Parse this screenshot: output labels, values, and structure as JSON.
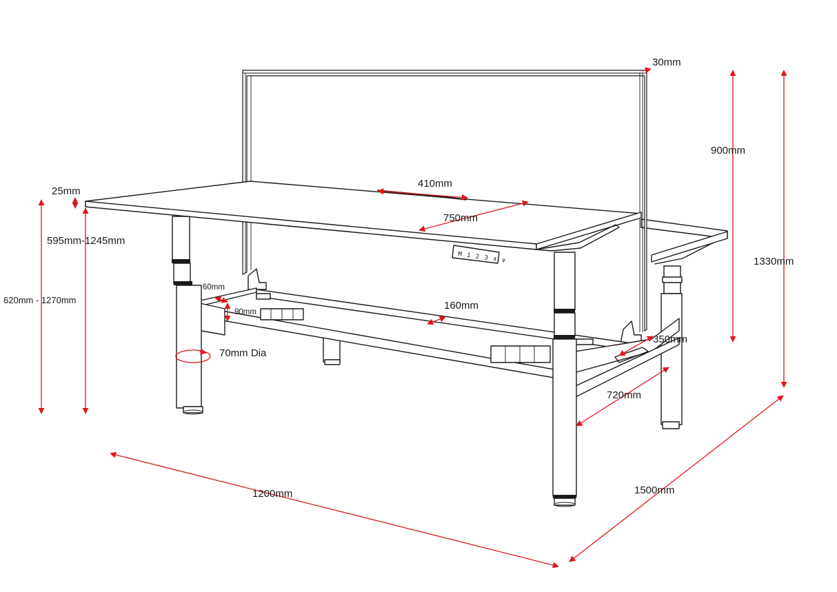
{
  "colors": {
    "dimension": "#e0141b",
    "outline": "#1a1a1a",
    "background": "#ffffff"
  },
  "controller_keys": "M 1 2 3 ∧ ∨",
  "dimensions": {
    "screen_thickness": "30mm",
    "screen_height": "900mm",
    "overall_height": "1330mm",
    "top_thickness": "25mm",
    "height_range_desk": "595mm-1245mm",
    "height_range_overall": "620mm - 1270mm",
    "cable_port_width": "410mm",
    "desk_depth": "750mm",
    "frame_beam_width": "60mm",
    "frame_beam_height": "90mm",
    "cable_tray_width": "160mm",
    "leg_diameter": "70mm Dia",
    "foot_depth": "350mm",
    "frame_depth": "720mm",
    "desk_width": "1200mm",
    "overall_depth": "1500mm"
  }
}
